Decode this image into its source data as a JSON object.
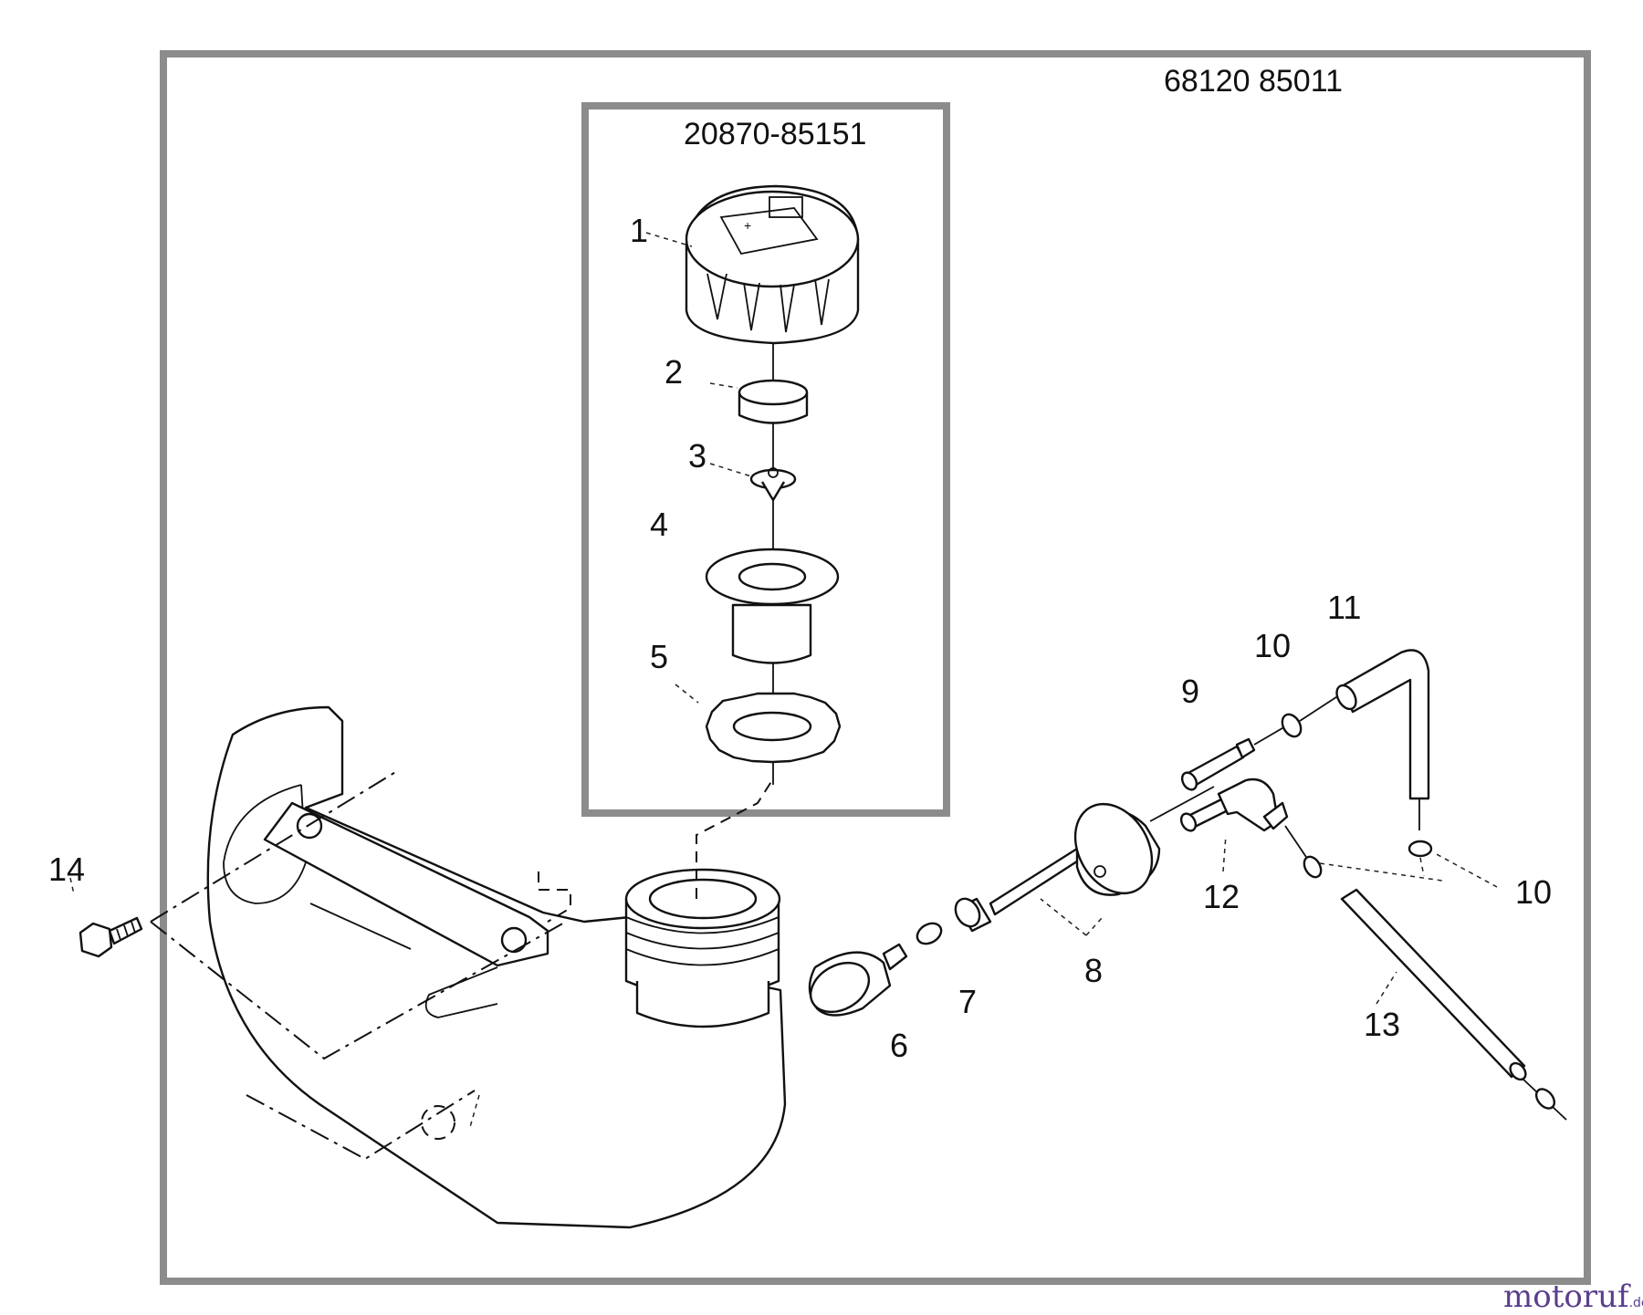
{
  "assembly_code": "68120 85011",
  "subassembly_code": "20870-85151",
  "watermark": {
    "name": "motoruf",
    "tld": ".de"
  },
  "part_labels": [
    "1",
    "2",
    "3",
    "4",
    "5",
    "6",
    "7",
    "8",
    "9",
    "10",
    "11",
    "12",
    "10",
    "13",
    "14"
  ],
  "icons": [
    "fuel-cap-icon",
    "fuel-tank-icon",
    "bolt-icon",
    "fuel-filter-icon",
    "primer-pump-icon",
    "elbow-fitting-icon",
    "fuel-hose-icon"
  ],
  "colors": {
    "frame": "#8c8c8c",
    "ink": "#111111",
    "watermark": "#5a3e8c"
  }
}
